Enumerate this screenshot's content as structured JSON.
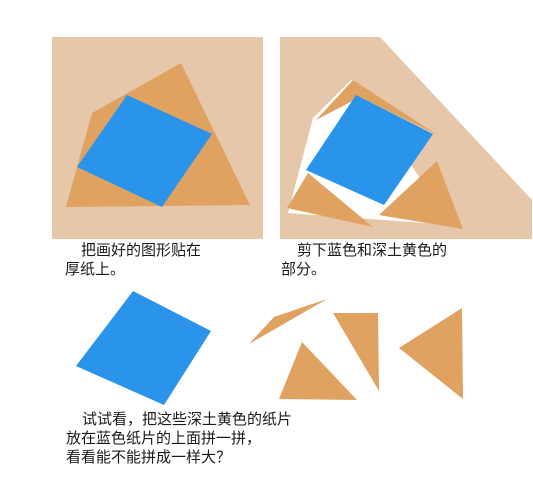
{
  "steps": [
    {
      "lines": [
        "把画好的图形贴在",
        "厚纸上。"
      ]
    },
    {
      "lines": [
        "剪下蓝色和深土黄色的",
        "部分。"
      ]
    },
    {
      "lines": [
        "试试看，把这些深土黄色的纸片",
        "放在蓝色纸片的上面拼一拼，",
        "看看能不能拼成一样大？"
      ]
    }
  ],
  "colors": {
    "cardboard": "#e6c7a9",
    "triangle": "#dfa261",
    "square": "#2a93ea",
    "cut_line": "#ffffff"
  }
}
